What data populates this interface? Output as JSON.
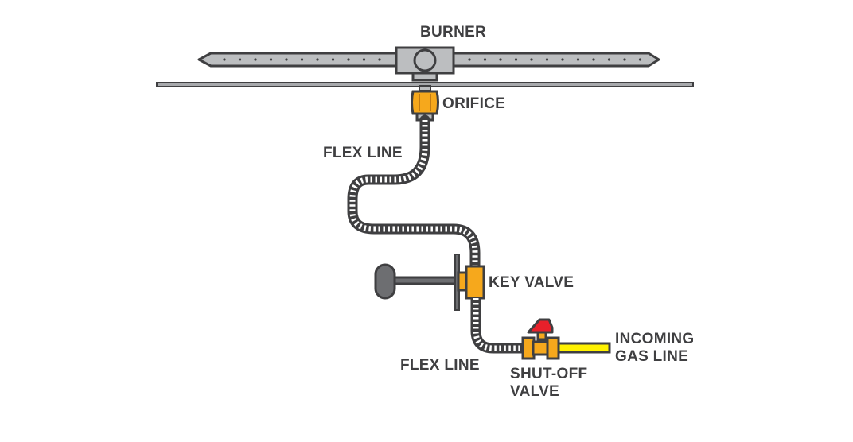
{
  "labels": {
    "burner": "BURNER",
    "orifice": "ORIFICE",
    "flex_line_upper": "FLEX LINE",
    "key_valve": "KEY VALVE",
    "flex_line_lower": "FLEX LINE",
    "shutoff_line1": "SHUT-OFF",
    "shutoff_line2": "VALVE",
    "incoming_line1": "INCOMING",
    "incoming_line2": "GAS LINE"
  },
  "colors": {
    "outline": "#3f3f41",
    "burner_fill": "#bcbec0",
    "pan_fill": "#a7a9ac",
    "brass": "#f6a81c",
    "brass_dark": "#c07a12",
    "handle_red": "#e8202a",
    "gas_line": "#fff200",
    "key_gray": "#6d6e71",
    "label_text": "#3f3f41"
  }
}
